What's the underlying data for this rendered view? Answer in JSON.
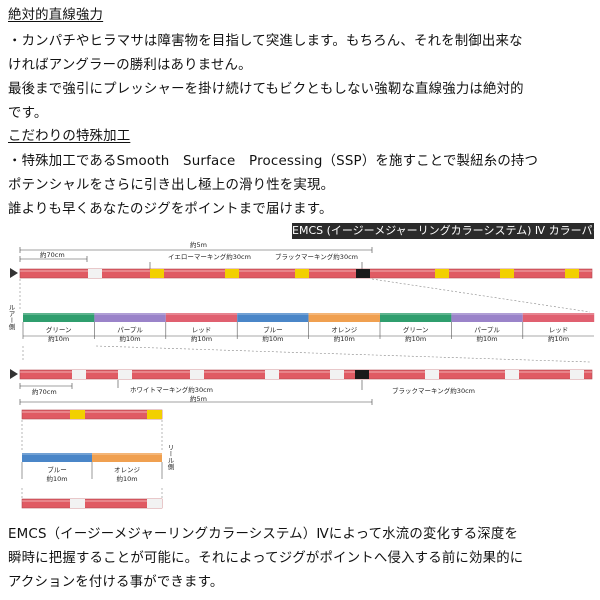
{
  "section1": {
    "heading": "絶対的直線強力",
    "lines": [
      "・カンパチやヒラマサは障害物を目指して突進します。もちろん、それを制御出来な",
      "ければアングラーの勝利はありません。",
      "最後まで強引にプレッシャーを掛け続けてもビクともしない強靭な直線強力は絶対的",
      "です。"
    ]
  },
  "section2": {
    "heading": "こだわりの特殊加工",
    "lines": [
      "・特殊加工であるSmooth　Surface　Processing（SSP）を施すことで製紐糸の持つ",
      "ポテンシャルをさらに引き出し極上の滑り性を実現。",
      "誰よりも早くあなたのジグをポイントまで届けます。"
    ]
  },
  "diagram": {
    "banner": "EMCS (イージーメジャーリングカラーシステム) Ⅳ カラーパターン",
    "dim_5m": "約5m",
    "dim_70cm": "約70cm",
    "yellow_marking": "イエローマーキング約30cm",
    "black_marking": "ブラックマーキング約30cm",
    "white_marking": "ホワイトマーキング約30cm",
    "black_marking_2": "ブラックマーキング約30cm",
    "root_side": "ルアー側",
    "reel_side": "リール側",
    "segments": [
      {
        "name": "グリーン",
        "len": "約10m",
        "color": "#2f9e6e"
      },
      {
        "name": "パープル",
        "len": "約10m",
        "color": "#9a83c9"
      },
      {
        "name": "レッド",
        "len": "約10m",
        "color": "#e06070"
      },
      {
        "name": "ブルー",
        "len": "約10m",
        "color": "#4a86c8"
      },
      {
        "name": "オレンジ",
        "len": "約10m",
        "color": "#f0a050"
      },
      {
        "name": "グリーン",
        "len": "約10m",
        "color": "#2f9e6e"
      },
      {
        "name": "パープル",
        "len": "約10m",
        "color": "#9a83c9"
      },
      {
        "name": "レッド",
        "len": "約10m",
        "color": "#e06070"
      }
    ],
    "end_segments": [
      {
        "name": "ブルー",
        "len": "約10m",
        "color": "#4a86c8"
      },
      {
        "name": "オレンジ",
        "len": "約10m",
        "color": "#f0a050"
      }
    ],
    "colors": {
      "line_red": "#e05a63",
      "yellow": "#f2d000",
      "white": "#f2f2f2",
      "black": "#1a1a1a"
    }
  },
  "footer": {
    "lines": [
      "EMCS（イージーメジャーリングカラーシステム）Ⅳによって水流の変化する深度を",
      "瞬時に把握することが可能に。それによってジグがポイントへ侵入する前に効果的に",
      "アクションを付ける事ができます。"
    ]
  }
}
